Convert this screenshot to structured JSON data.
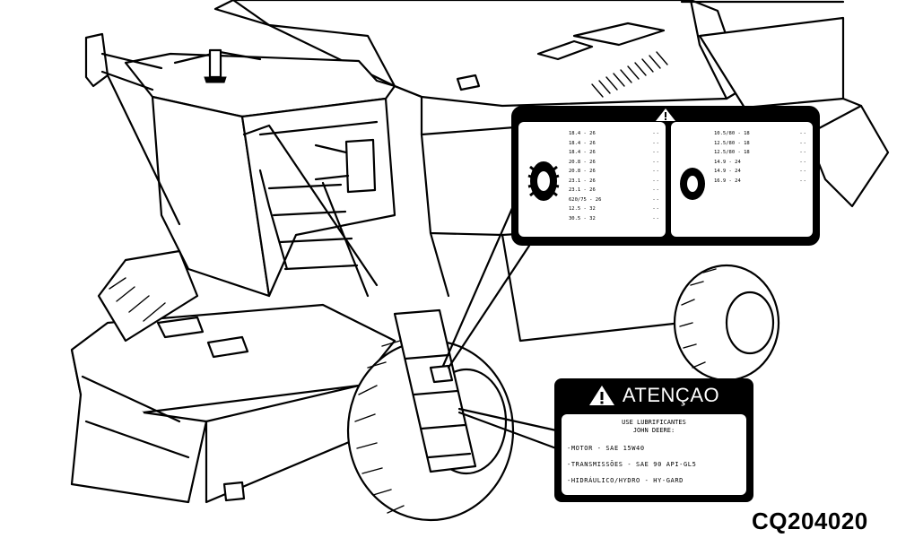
{
  "drawing_code": "CQ204020",
  "tire_decal": {
    "left_rows": [
      {
        "size": "18.4 - 26",
        "value": "--"
      },
      {
        "size": "18.4 - 26",
        "value": "--"
      },
      {
        "size": "18.4 - 26",
        "value": "--"
      },
      {
        "size": "20.8 - 26",
        "value": "--"
      },
      {
        "size": "20.8 - 26",
        "value": "--"
      },
      {
        "size": "23.1 - 26",
        "value": "--"
      },
      {
        "size": "23.1 - 26",
        "value": "--"
      },
      {
        "size": "620/75 - 26",
        "value": "--"
      },
      {
        "size": "12.5 - 32",
        "value": "--"
      },
      {
        "size": "30.5 - 32",
        "value": "--"
      }
    ],
    "right_rows": [
      {
        "size": "10.5/80 - 18",
        "value": "--"
      },
      {
        "size": "12.5/80 - 18",
        "value": "--"
      },
      {
        "size": "12.5/80 - 18",
        "value": "--"
      },
      {
        "size": "14.9 - 24",
        "value": "--"
      },
      {
        "size": "14.9 - 24",
        "value": "--"
      },
      {
        "size": "16.9 - 24",
        "value": "--"
      }
    ]
  },
  "atencao_decal": {
    "title": "ATENÇAO",
    "intro_1": "USE LUBRIFICANTES",
    "intro_2": "JOHN DEERE:",
    "items": [
      "-MOTOR - SAE 15W40",
      "-TRANSMISSÕES - SAE 90 API-GL5",
      "-HIDRÁULICO/HYDRO - HY-GARD"
    ]
  }
}
